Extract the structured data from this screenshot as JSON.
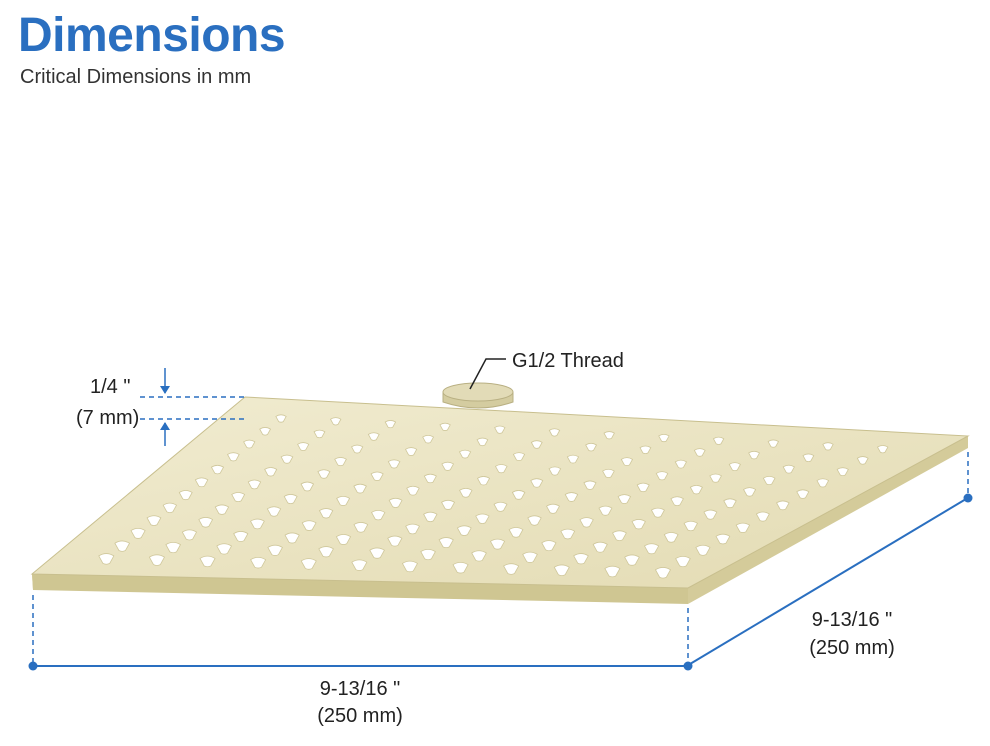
{
  "header": {
    "title": "Dimensions",
    "subtitle": "Critical Dimensions in mm"
  },
  "labels": {
    "thickness_in": "1/4 \"",
    "thickness_mm": "(7 mm)",
    "thread": "G1/2 Thread",
    "width_in": "9-13/16 \"",
    "width_mm": "(250 mm)",
    "depth_in": "9-13/16 \"",
    "depth_mm": "(250 mm)"
  },
  "colors": {
    "title": "#2a6fc0",
    "dimension_line": "#2a6fc0",
    "finish_top": "#ebe6c6",
    "finish_edge": "#d8d09f",
    "nozzle": "#ffffff"
  }
}
